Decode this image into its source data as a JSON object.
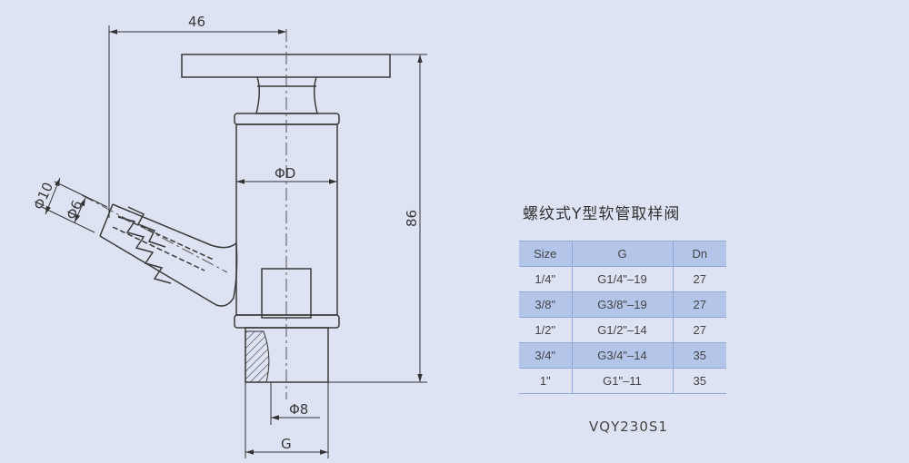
{
  "drawing": {
    "dim_width": "46",
    "dim_height": "86",
    "dim_body": "ΦD",
    "dim_hose_outer": "Φ10",
    "dim_hose_inner": "Φ6",
    "dim_bore": "Φ8",
    "dim_thread": "G"
  },
  "title": "螺纹式Y型软管取样阀",
  "table": {
    "headers": [
      "Size",
      "G",
      "Dn"
    ],
    "rows": [
      [
        "1/4\"",
        "G1/4\"–19",
        "27"
      ],
      [
        "3/8\"",
        "G3/8\"–19",
        "27"
      ],
      [
        "1/2\"",
        "G1/2\"–14",
        "27"
      ],
      [
        "3/4\"",
        "G3/4\"–14",
        "35"
      ],
      [
        "1\"",
        "G1\"–11",
        "35"
      ]
    ]
  },
  "model": "VQY230S1",
  "colors": {
    "background": "#dde3f3",
    "table_band": "#b3c6ea",
    "table_line": "#8fa8d8"
  }
}
